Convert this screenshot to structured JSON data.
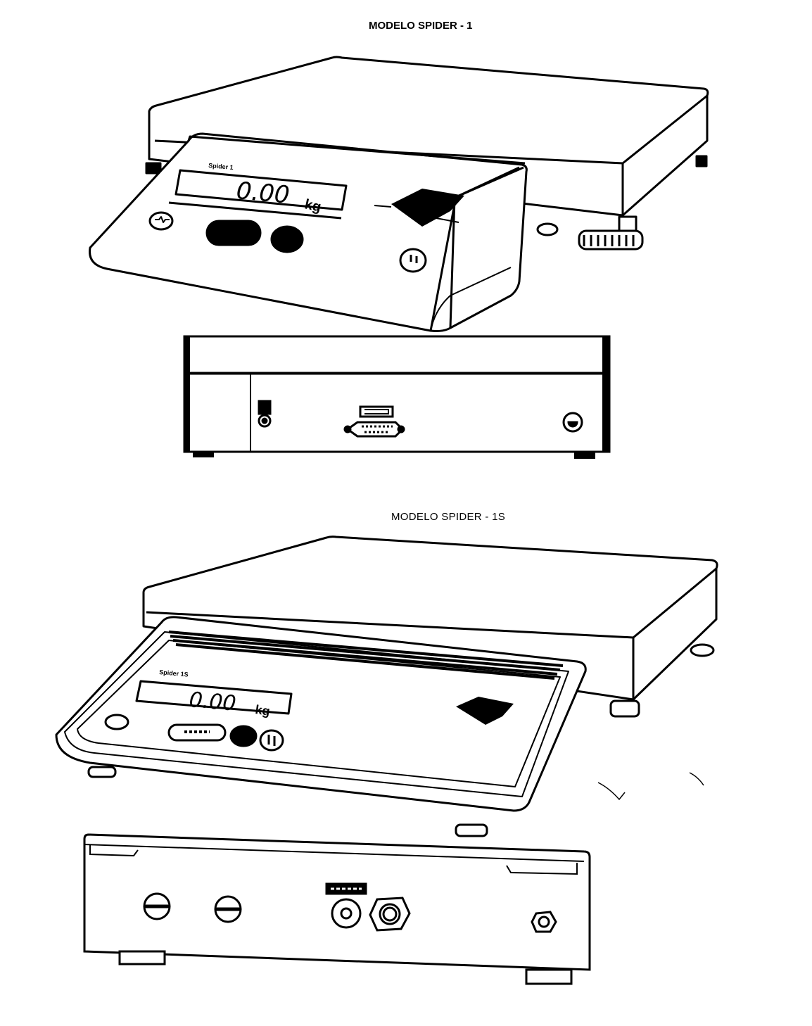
{
  "document": {
    "section1_title": "MODELO SPIDER - 1",
    "section2_title": "MODELO SPIDER - 1S",
    "scale1": {
      "display_value": "0.00",
      "display_unit": "kg",
      "panel_label": "Spider 1"
    },
    "scale2": {
      "display_value": "0.00",
      "display_unit": "kg",
      "panel_label": "Spider 1S"
    }
  }
}
